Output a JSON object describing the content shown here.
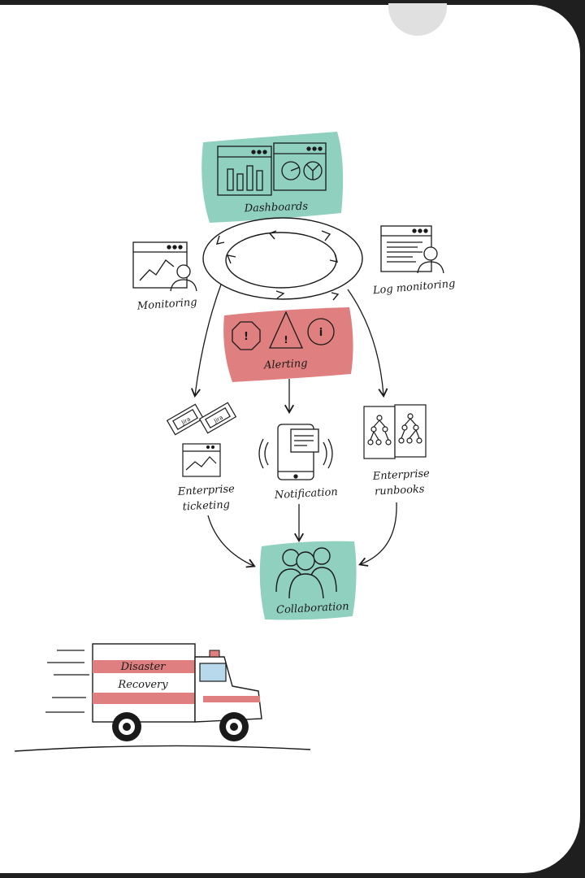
{
  "nodes": {
    "dashboards": "Dashboards",
    "monitoring": "Monitoring",
    "log_monitoring": "Log monitoring",
    "alerting": "Alerting",
    "ticketing_line1": "Enterprise",
    "ticketing_line2": "ticketing",
    "notification": "Notification",
    "runbooks_line1": "Enterprise",
    "runbooks_line2": "runbooks",
    "collaboration": "Collaboration"
  },
  "ticket_text": "Jira",
  "truck": {
    "line1": "Disaster",
    "line2": "Recovery"
  },
  "colors": {
    "teal": "#8fd0bf",
    "red": "#df7f7f",
    "ink": "#1a1a1a"
  }
}
